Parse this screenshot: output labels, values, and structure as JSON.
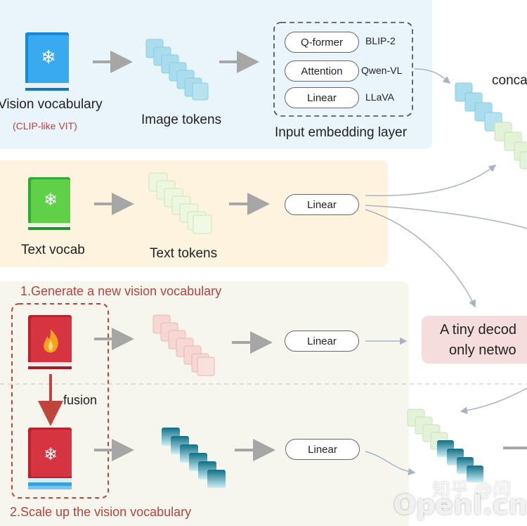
{
  "top_row": {
    "vision_vocab_label": "Vision vocabulary",
    "vision_vocab_sub": "(CLIP-like VIT)",
    "image_tokens_label": "Image tokens",
    "embedding_layer_label": "Input embedding layer",
    "embeddings": [
      {
        "pill": "Q-former",
        "model": "BLIP-2"
      },
      {
        "pill": "Attention",
        "model": "Qwen-VL"
      },
      {
        "pill": "Linear",
        "model": "LLaVA"
      }
    ],
    "concat_label": "conca"
  },
  "text_row": {
    "vocab_label": "Text vocab",
    "tokens_label": "Text tokens",
    "linear_label": "Linear"
  },
  "step1": {
    "title": "1.Generate a new vision vocabulary",
    "linear_label": "Linear",
    "fusion_label": "fusion"
  },
  "step2": {
    "title": "2.Scale up the vision vocabulary",
    "linear_label": "Linear"
  },
  "decoder": {
    "line1": "A tiny decod",
    "line2": "only netwo"
  },
  "watermark": {
    "zhihu": "知乎 @闫",
    "site": "OpenI.cn"
  },
  "colors": {
    "top_panel_bg": "#eaf4fb",
    "text_panel_bg": "#fdf3df",
    "bottom_panel_bg": "#f6f5ee",
    "red_label": "#b5443f",
    "decoder_bg": "#f6dddd"
  }
}
